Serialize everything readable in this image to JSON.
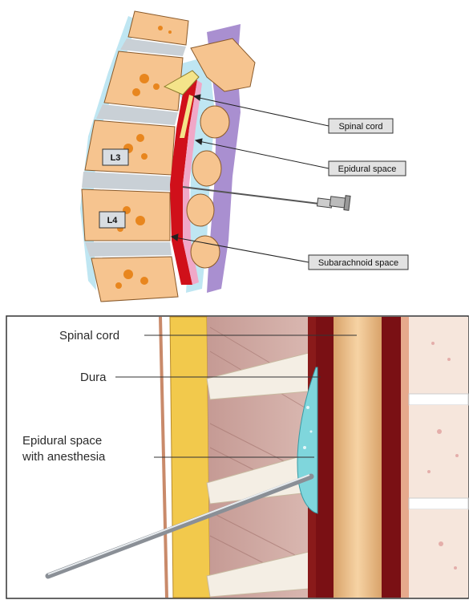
{
  "top_diagram": {
    "vertebra_labels": [
      "L3",
      "L4"
    ],
    "callouts": [
      {
        "id": "spinal-cord",
        "text": "Spinal cord"
      },
      {
        "id": "epidural-space",
        "text": "Epidural space"
      },
      {
        "id": "subarachnoid-space",
        "text": "Subarachnoid space"
      }
    ]
  },
  "bottom_diagram": {
    "labels": {
      "spinal_cord": "Spinal cord",
      "dura": "Dura",
      "epidural_line1": "Epidural space",
      "epidural_line2": "with anesthesia"
    }
  },
  "colors": {
    "bone": "#f6c48f",
    "bone_spots": "#e8861e",
    "disc": "#c9d0d6",
    "cord_red": "#d0101a",
    "dura_pink": "#f0a8c8",
    "csf_blue": "#bfe6f2",
    "purple": "#a98fd0",
    "anesthesia": "#7fd6dc",
    "muscle": "#c9a7a0",
    "fat_yellow": "#f2c94c"
  }
}
